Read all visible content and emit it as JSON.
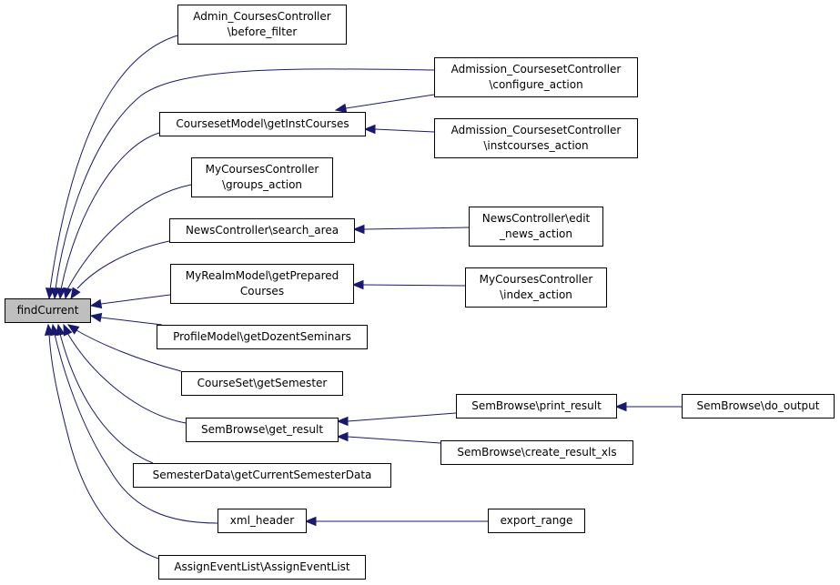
{
  "diagram": {
    "title": "Caller graph of findCurrent",
    "colors": {
      "edge": "#191970",
      "focus_fill": "#bfbfbf",
      "node_fill": "#ffffff",
      "node_border": "#000000"
    },
    "nodes": [
      {
        "id": "findCurrent",
        "lines": [
          "findCurrent"
        ],
        "focus": true
      },
      {
        "id": "admin_before_filter",
        "lines": [
          "Admin_CoursesController",
          "\\before_filter"
        ]
      },
      {
        "id": "courseset_getInstCourses",
        "lines": [
          "CoursesetModel\\getInstCourses"
        ]
      },
      {
        "id": "mycourses_groups",
        "lines": [
          "MyCoursesController",
          "\\groups_action"
        ]
      },
      {
        "id": "news_search_area",
        "lines": [
          "NewsController\\search_area"
        ]
      },
      {
        "id": "myrealm_getPrepared",
        "lines": [
          "MyRealmModel\\getPrepared",
          "Courses"
        ]
      },
      {
        "id": "profile_getDozent",
        "lines": [
          "ProfileModel\\getDozentSeminars"
        ]
      },
      {
        "id": "courseset_getSemester",
        "lines": [
          "CourseSet\\getSemester"
        ]
      },
      {
        "id": "sembrowse_get_result",
        "lines": [
          "SemBrowse\\get_result"
        ]
      },
      {
        "id": "semesterdata_getCurrent",
        "lines": [
          "SemesterData\\getCurrentSemesterData"
        ]
      },
      {
        "id": "xml_header",
        "lines": [
          "xml_header"
        ]
      },
      {
        "id": "assign_event_list",
        "lines": [
          "AssignEventList\\AssignEventList"
        ]
      },
      {
        "id": "admission_configure",
        "lines": [
          "Admission_CoursesetController",
          "\\configure_action"
        ]
      },
      {
        "id": "admission_instcourses",
        "lines": [
          "Admission_CoursesetController",
          "\\instcourses_action"
        ]
      },
      {
        "id": "news_edit",
        "lines": [
          "NewsController\\edit",
          "_news_action"
        ]
      },
      {
        "id": "mycourses_index",
        "lines": [
          "MyCoursesController",
          "\\index_action"
        ]
      },
      {
        "id": "sembrowse_print_result",
        "lines": [
          "SemBrowse\\print_result"
        ]
      },
      {
        "id": "sembrowse_create_xls",
        "lines": [
          "SemBrowse\\create_result_xls"
        ]
      },
      {
        "id": "sembrowse_do_output",
        "lines": [
          "SemBrowse\\do_output"
        ]
      },
      {
        "id": "export_range",
        "lines": [
          "export_range"
        ]
      }
    ],
    "edges": [
      {
        "from": "admin_before_filter",
        "to": "findCurrent"
      },
      {
        "from": "admission_configure",
        "to": "findCurrent"
      },
      {
        "from": "courseset_getInstCourses",
        "to": "findCurrent"
      },
      {
        "from": "mycourses_groups",
        "to": "findCurrent"
      },
      {
        "from": "news_search_area",
        "to": "findCurrent"
      },
      {
        "from": "myrealm_getPrepared",
        "to": "findCurrent"
      },
      {
        "from": "profile_getDozent",
        "to": "findCurrent"
      },
      {
        "from": "courseset_getSemester",
        "to": "findCurrent"
      },
      {
        "from": "sembrowse_get_result",
        "to": "findCurrent"
      },
      {
        "from": "semesterdata_getCurrent",
        "to": "findCurrent"
      },
      {
        "from": "xml_header",
        "to": "findCurrent"
      },
      {
        "from": "assign_event_list",
        "to": "findCurrent"
      },
      {
        "from": "admission_configure",
        "to": "courseset_getInstCourses"
      },
      {
        "from": "admission_instcourses",
        "to": "courseset_getInstCourses"
      },
      {
        "from": "news_edit",
        "to": "news_search_area"
      },
      {
        "from": "mycourses_index",
        "to": "myrealm_getPrepared"
      },
      {
        "from": "sembrowse_print_result",
        "to": "sembrowse_get_result"
      },
      {
        "from": "sembrowse_create_xls",
        "to": "sembrowse_get_result"
      },
      {
        "from": "sembrowse_do_output",
        "to": "sembrowse_print_result"
      },
      {
        "from": "export_range",
        "to": "xml_header"
      }
    ]
  }
}
